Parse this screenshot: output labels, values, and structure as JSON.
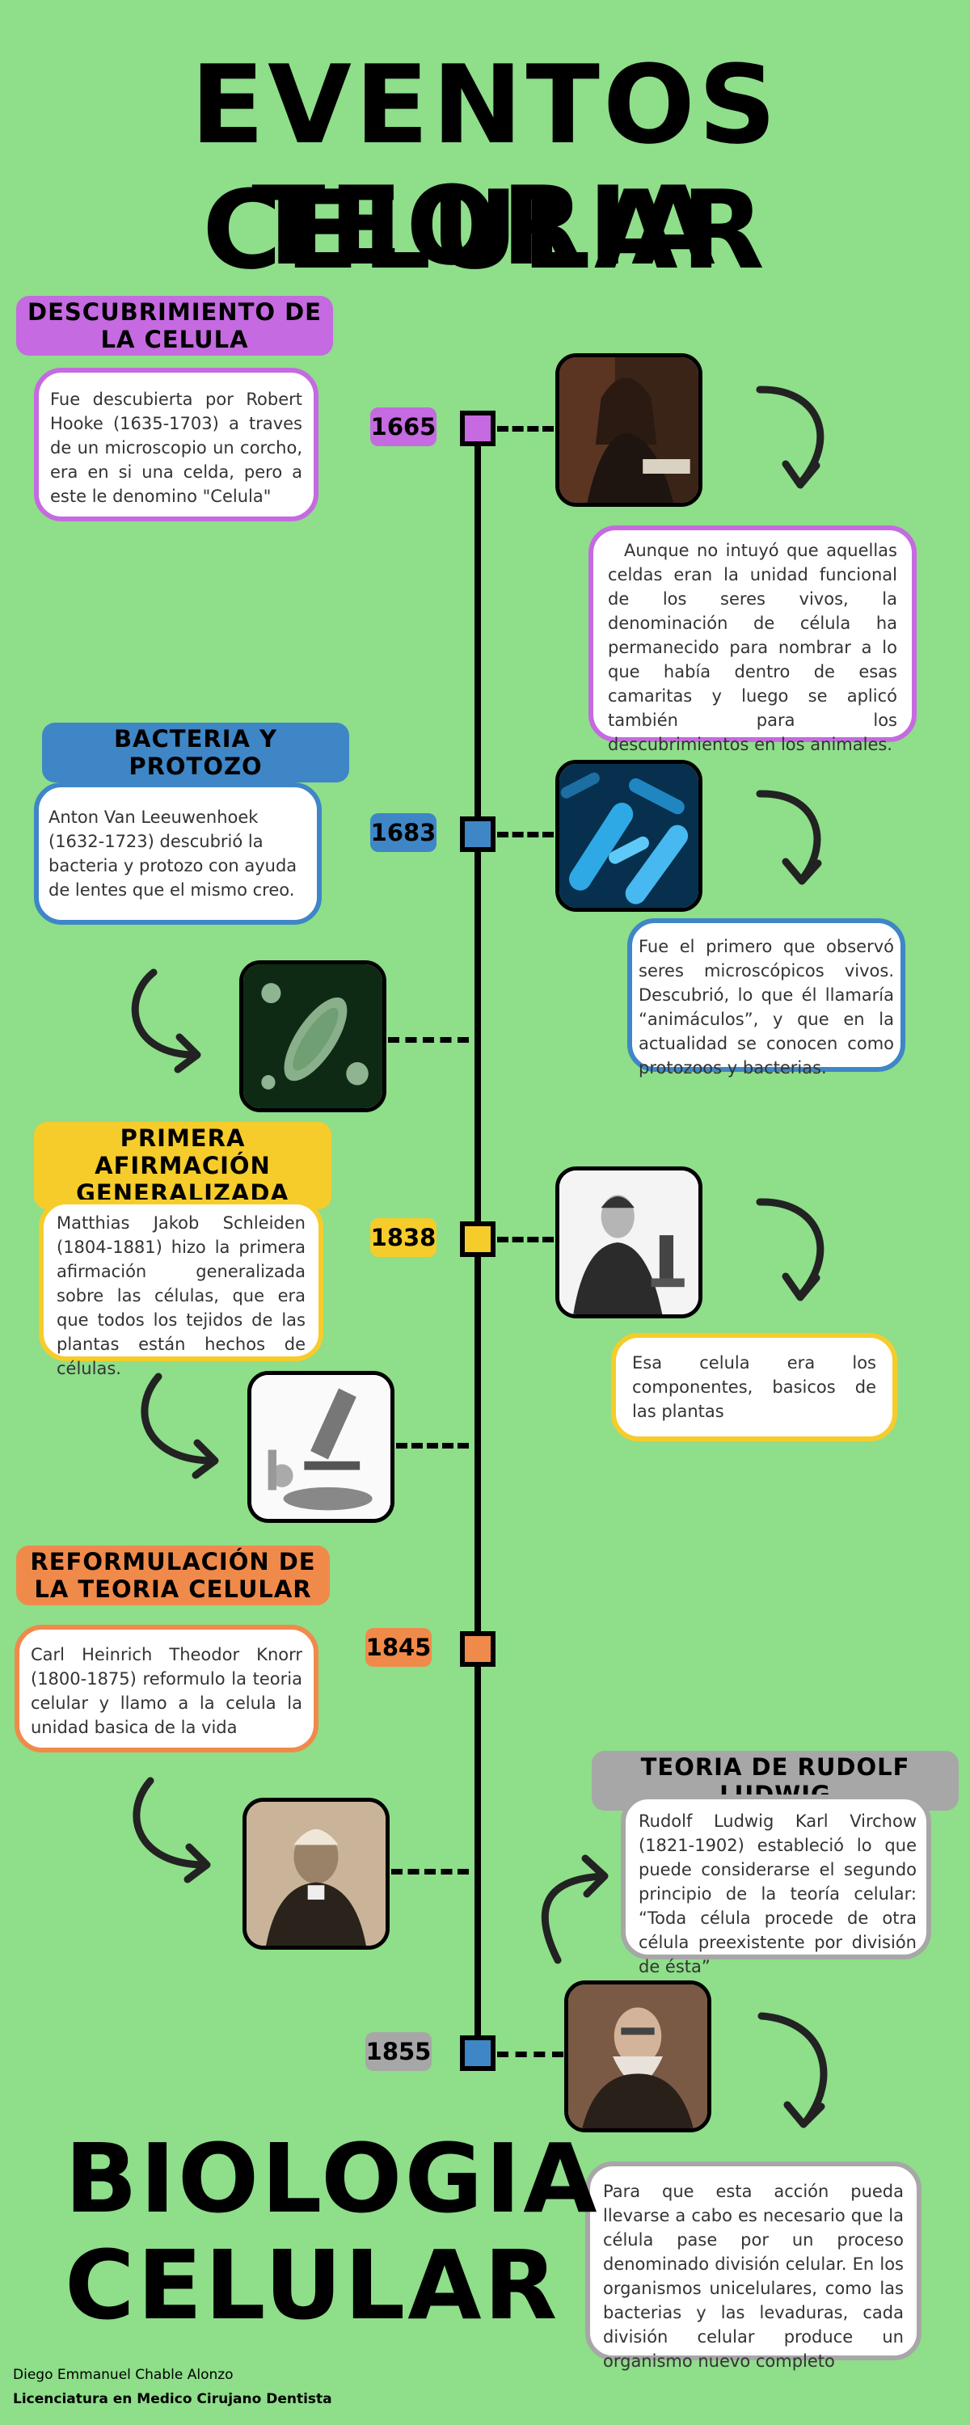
{
  "header": {
    "title_line1": "EVENTOS TEORIA",
    "title_line2": "CELULAR"
  },
  "colors": {
    "background": "#8ede8a",
    "purple": "#c56ae0",
    "blue": "#3f86c6",
    "yellow": "#f6cc2b",
    "orange": "#f08a4b",
    "gray": "#a7a7a7"
  },
  "events": [
    {
      "heading": "DESCUBRIMIENTO DE LA CELULA",
      "year": "1665",
      "left_text": "Fue descubierta por Robert Hooke (1635-1703) a traves de un microscopio un corcho, era en si una celda, pero a este le denomino \"Celula\"",
      "right_text": "Aunque no intuyó que aquellas celdas eran la unidad funcional de los seres vivos, la denominación de célula ha permanecido para nombrar a lo que había dentro de esas camaritas y luego se aplicó también para los descubrimientos en los animales.",
      "image": "portrait-robert-hooke"
    },
    {
      "heading": "BACTERIA Y PROTOZO",
      "year": "1683",
      "left_text": "Anton Van Leeuwenhoek (1632-1723) descubrió la bacteria y protozo con ayuda de lentes que el mismo creo.",
      "right_text": "Fue el primero que observó seres microscópicos vivos. Descubrió, lo que él llamaría “animáculos”, y que en la actualidad se conocen como protozoos y bacterias.",
      "image": "bacteria-image",
      "image2": "protozoa-image"
    },
    {
      "heading": "PRIMERA AFIRMACIÓN GENERALIZADA",
      "year": "1838",
      "left_text": "Matthias Jakob Schleiden (1804-1881) hizo la primera afirmación generalizada sobre las células, que era que todos los tejidos de las plantas están hechos de células.",
      "right_text": "Esa celula era los componentes, basicos de las plantas",
      "image": "portrait-schleiden",
      "image2": "microscope-engraving"
    },
    {
      "heading": "REFORMULACIÓN DE LA TEORIA CELULAR",
      "year": "1845",
      "left_text": "Carl Heinrich Theodor Knorr (1800-1875) reformulo la teoria celular y llamo a la celula la unidad basica de la vida",
      "image": "portrait-knorr"
    },
    {
      "heading": "TEORIA DE RUDOLF LUDWIG",
      "year": "1855",
      "top_text": "Rudolf Ludwig Karl Virchow (1821-1902) estableció lo que puede considerarse el segundo principio de la teoría celular: “Toda célula procede de otra célula preexistente por división de ésta”",
      "bottom_text": "Para que esta acción pueda llevarse a cabo es necesario que la célula pase por un proceso denominado división celular. En los organismos unicelulares, como las bacterias y las levaduras, cada división celular produce un organismo nuevo completo",
      "image": "portrait-virchow"
    }
  ],
  "bottom_title": {
    "line1": "BIOLOGIA",
    "line2": "CELULAR"
  },
  "footer": {
    "author": "Diego Emmanuel Chable  Alonzo",
    "program": "Licenciatura en Medico Cirujano Dentista"
  }
}
